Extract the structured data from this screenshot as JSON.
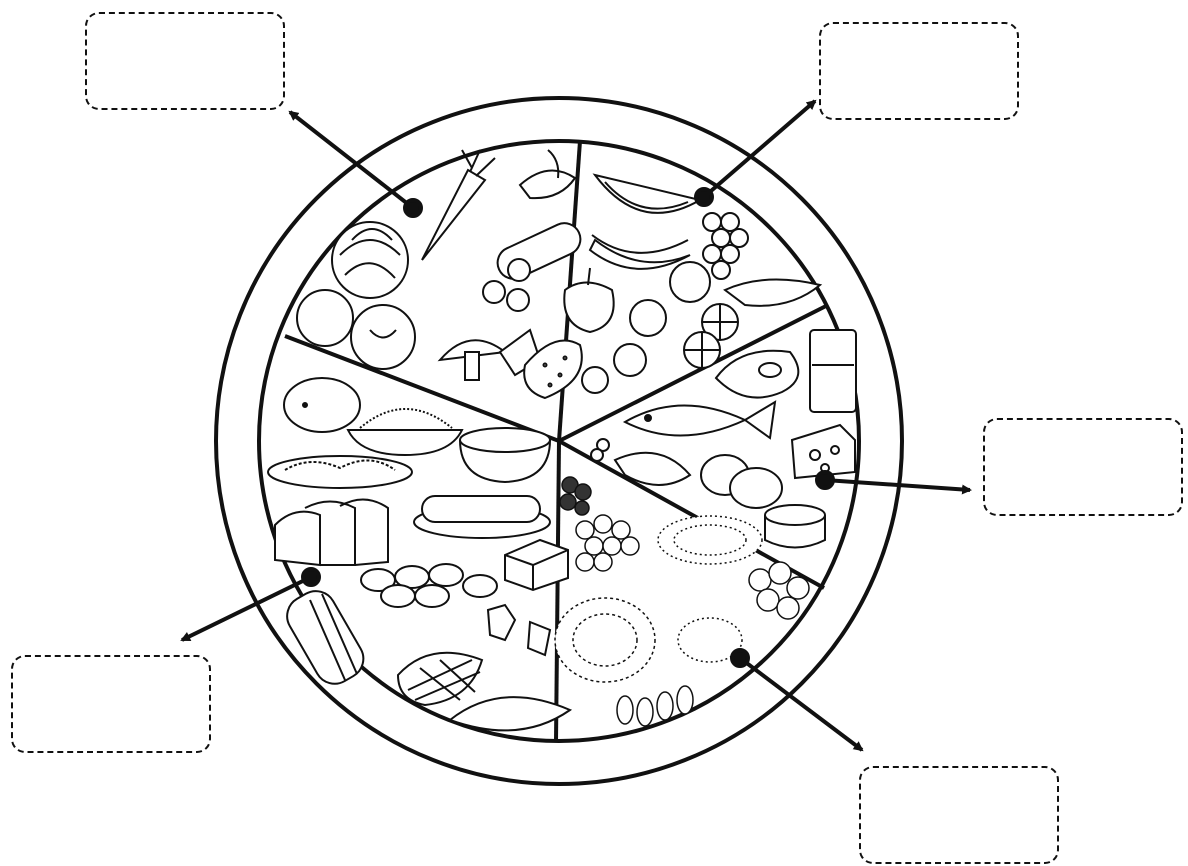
{
  "colors": {
    "ink": "#111111",
    "paper": "#ffffff"
  },
  "labels": [
    {
      "id": "top-left",
      "sector": "vegetables",
      "text": ""
    },
    {
      "id": "top-right",
      "sector": "fruits",
      "text": ""
    },
    {
      "id": "right",
      "sector": "proteins-and-dairy",
      "text": ""
    },
    {
      "id": "bottom-left",
      "sector": "grains-and-breads",
      "text": ""
    },
    {
      "id": "bottom-right",
      "sector": "legumes-and-nuts",
      "text": ""
    }
  ],
  "plate_sectors": [
    {
      "name": "vegetables",
      "icons": [
        "lettuce-icon",
        "carrot-icon",
        "tomato-icon",
        "cucumber-icon",
        "pepper-icon",
        "mushroom-icon",
        "strawberry-icon"
      ]
    },
    {
      "name": "fruits",
      "icons": [
        "watermelon-icon",
        "banana-icon",
        "grapes-icon",
        "apple-icon",
        "orange-icon",
        "melon-icon"
      ]
    },
    {
      "name": "proteins-and-dairy",
      "icons": [
        "steak-icon",
        "milk-glass-icon",
        "fish-icon",
        "chicken-leg-icon",
        "eggs-icon",
        "cheese-icon",
        "canned-tuna-icon"
      ]
    },
    {
      "name": "legumes-and-nuts",
      "icons": [
        "beans-icon",
        "lentils-icon",
        "chickpeas-icon",
        "nuts-icon",
        "almonds-icon"
      ]
    },
    {
      "name": "grains-and-breads",
      "icons": [
        "potato-icon",
        "rice-bowl-icon",
        "spaghetti-icon",
        "bread-loaf-icon",
        "corn-icon",
        "crackers-icon",
        "cereal-box-icon",
        "bun-icon",
        "burrito-icon"
      ]
    }
  ]
}
